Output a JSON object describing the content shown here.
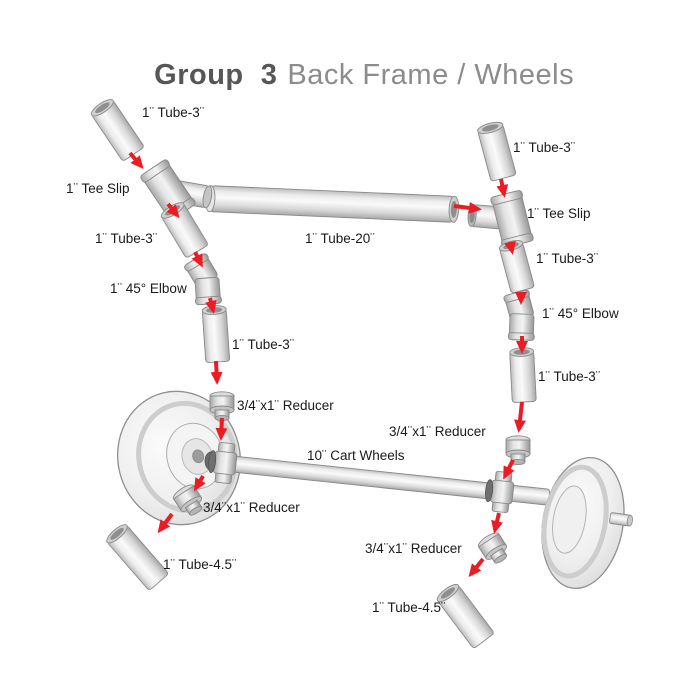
{
  "title": {
    "group": "Group  3",
    "name": "Back Frame / Wheels"
  },
  "colors": {
    "arrow_red": "#ec1c24",
    "title_group": "#565656",
    "title_name": "#8c8c8c",
    "label_text": "#1a1a1a",
    "pipe_gray": "#d8d8d8"
  },
  "labels": {
    "tube3_top_left": "1¨ Tube-3¨",
    "tee_slip_left": "1¨ Tee Slip",
    "tube3_left_2": "1¨ Tube-3¨",
    "elbow45_left": "1¨ 45° Elbow",
    "tube3_left_3": "1¨ Tube-3¨",
    "tube20": "1¨ Tube-20¨",
    "tube3_top_right": "1¨ Tube-3¨",
    "tee_slip_right": "1¨ Tee Slip",
    "tube3_right_2": "1¨ Tube-3¨",
    "elbow45_right": "1¨ 45° Elbow",
    "tube3_right_3": "1¨ Tube-3¨",
    "reducer_left_top": "3/4¨x1¨ Reducer",
    "reducer_right_top": "3/4¨x1¨ Reducer",
    "cart_wheels": "10¨ Cart Wheels",
    "reducer_left_bottom": "3/4¨x1¨ Reducer",
    "reducer_right_bottom": "3/4¨x1¨ Reducer",
    "tube45_left": "1¨ Tube-4.5¨",
    "tube45_right": "1¨ Tube-4.5¨"
  }
}
